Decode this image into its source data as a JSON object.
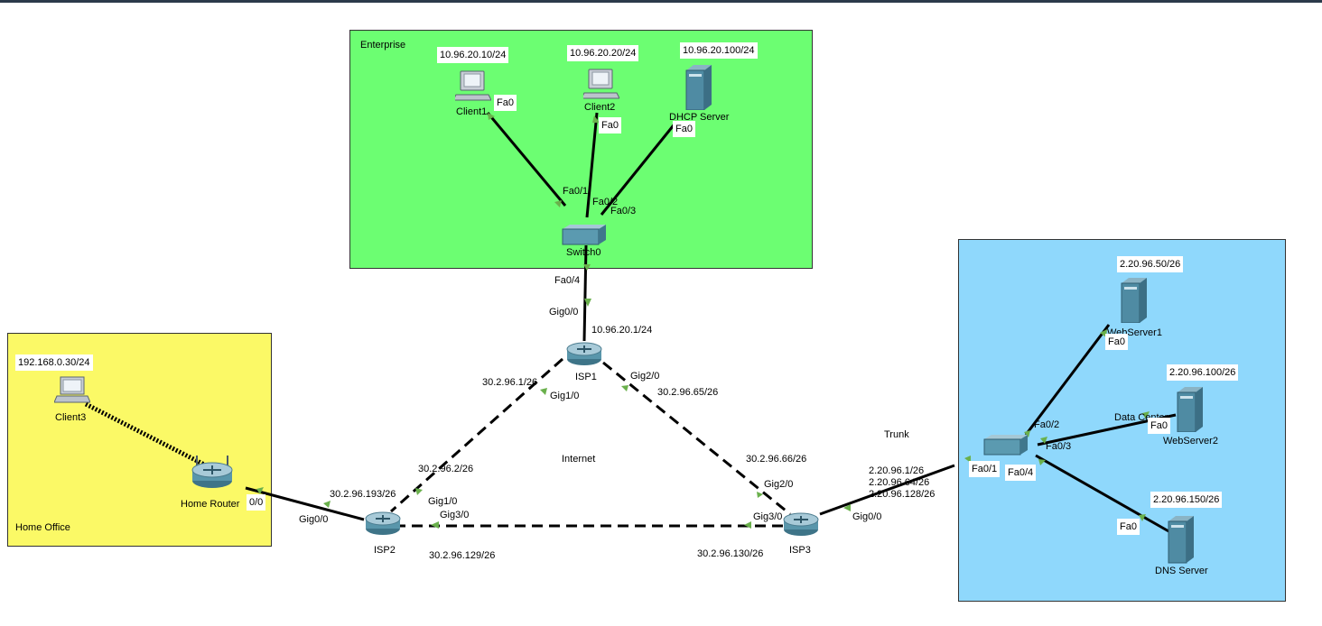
{
  "colors": {
    "enterprise": "#6cfe72",
    "home_office": "#fbf966",
    "datacenter": "#8fd8fc",
    "port_marker": "#6ab04c"
  },
  "zones": {
    "enterprise": "Enterprise",
    "home_office": "Home Office",
    "datacenter": "Data Center"
  },
  "cloud_label": "Internet",
  "trunk_label": "Trunk",
  "devices": {
    "client1": "Client1",
    "client2": "Client2",
    "dhcp": "DHCP Server",
    "switch0": "Switch0",
    "isp1": "ISP1",
    "isp2": "ISP2",
    "isp3": "ISP3",
    "client3": "Client3",
    "home_router": "Home Router",
    "webserver1": "WebServer1",
    "webserver2": "WebServer2",
    "dns_server": "DNS Server"
  },
  "addresses": {
    "client1": "10.96.20.10/24",
    "client2": "10.96.20.20/24",
    "dhcp": "10.96.20.100/24",
    "isp1_gig00": "10.96.20.1/24",
    "client3": "192.168.0.30/24",
    "webserver1": "2.20.96.50/26",
    "webserver2": "2.20.96.100/26",
    "dns": "2.20.96.150/26",
    "isp1_gig10": "30.2.96.1/26",
    "isp2_gig10": "30.2.96.2/26",
    "isp1_gig20": "30.2.96.65/26",
    "isp3_gig20": "30.2.96.66/26",
    "isp2_gig30": "30.2.96.129/26",
    "isp3_gig30": "30.2.96.130/26",
    "isp2_gig00": "30.2.96.193/26",
    "isp3_sub1": "2.20.96.1/26",
    "isp3_sub2": "2.20.96.64/26",
    "isp3_sub3": "2.20.96.128/26"
  },
  "ports": {
    "client1_fa0": "Fa0",
    "client2_fa0": "Fa0",
    "dhcp_fa0": "Fa0",
    "sw_fa01": "Fa0/1",
    "sw_fa02": "Fa0/2",
    "sw_fa03": "Fa0/3",
    "sw_fa04": "Fa0/4",
    "isp1_gig00": "Gig0/0",
    "isp1_gig10": "Gig1/0",
    "isp1_gig20": "Gig2/0",
    "isp2_gig10": "Gig1/0",
    "isp2_gig30": "Gig3/0",
    "isp2_gig00": "Gig0/0",
    "isp3_gig20": "Gig2/0",
    "isp3_gig30": "Gig3/0",
    "isp3_gig00": "Gig0/0",
    "hr_00": "0/0",
    "dsw_fa01": "Fa0/1",
    "dsw_fa02": "Fa0/2",
    "dsw_fa03": "Fa0/3",
    "dsw_fa04": "Fa0/4",
    "ws1_fa0": "Fa0",
    "ws2_fa0": "Fa0",
    "dns_fa0": "Fa0"
  }
}
